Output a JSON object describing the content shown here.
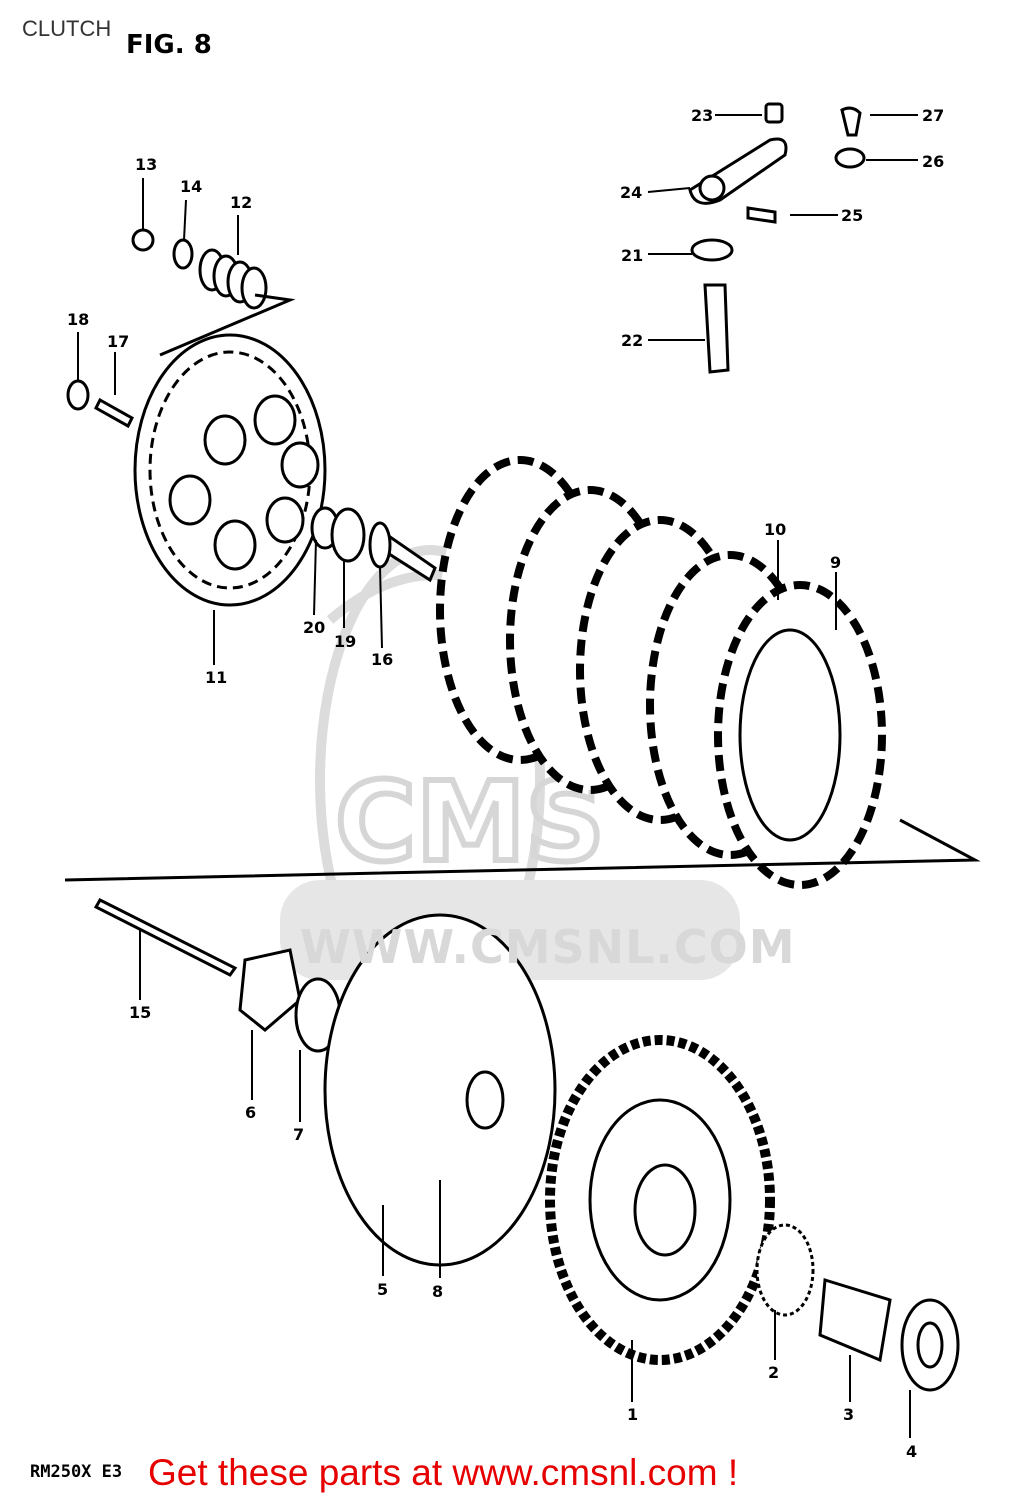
{
  "header": {
    "section_title": "CLUTCH",
    "figure_label": "FIG. 8"
  },
  "footer": {
    "model_code": "RM250X E3",
    "cta_text": "Get these parts at www.cmsnl.com !",
    "cta_color": "#e60000"
  },
  "watermark": {
    "brand": "CMS",
    "url": "WWW.CMSNL.COM"
  },
  "callouts": [
    "1",
    "2",
    "3",
    "4",
    "5",
    "6",
    "7",
    "8",
    "9",
    "10",
    "11",
    "12",
    "13",
    "14",
    "15",
    "16",
    "17",
    "18",
    "19",
    "20",
    "21",
    "22",
    "23",
    "24",
    "25",
    "26",
    "27"
  ]
}
